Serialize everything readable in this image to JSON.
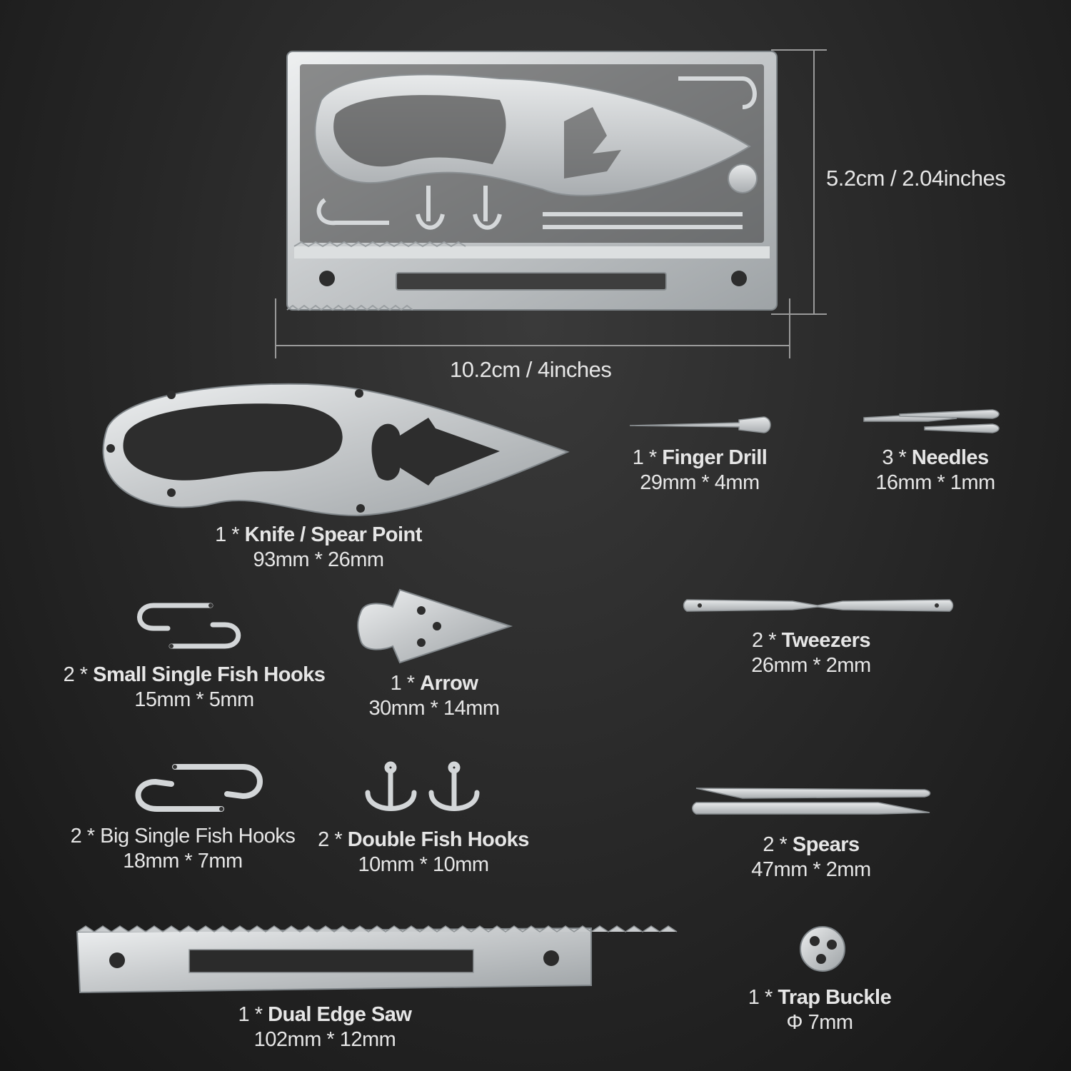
{
  "card": {
    "height_label": "5.2cm / 2.04inches",
    "width_label": "10.2cm / 4inches"
  },
  "items": [
    {
      "qty": "1 *",
      "name": "Knife / Spear Point",
      "dim": "93mm * 26mm"
    },
    {
      "qty": "1 *",
      "name": "Finger Drill",
      "dim": "29mm * 4mm"
    },
    {
      "qty": "3 *",
      "name": "Needles",
      "dim": "16mm * 1mm"
    },
    {
      "qty": "2 *",
      "name": "Small Single Fish Hooks",
      "dim": "15mm * 5mm"
    },
    {
      "qty": "1 *",
      "name": "Arrow",
      "dim": "30mm * 14mm"
    },
    {
      "qty": "2 *",
      "name": "Tweezers",
      "dim": "26mm * 2mm"
    },
    {
      "qty": "2 *",
      "name": "Big Single Fish Hooks",
      "dim": "18mm * 7mm"
    },
    {
      "qty": "2 *",
      "name": "Double Fish Hooks",
      "dim": "10mm * 10mm"
    },
    {
      "qty": "2 *",
      "name": "Spears",
      "dim": "47mm * 2mm"
    },
    {
      "qty": "1 *",
      "name": "Dual Edge Saw",
      "dim": "102mm * 12mm"
    },
    {
      "qty": "1 *",
      "name": "Trap Buckle",
      "dim": "Φ 7mm"
    }
  ],
  "colors": {
    "metal": "#cfd2d4",
    "metal_dark": "#8d9296",
    "background": "#262626"
  }
}
